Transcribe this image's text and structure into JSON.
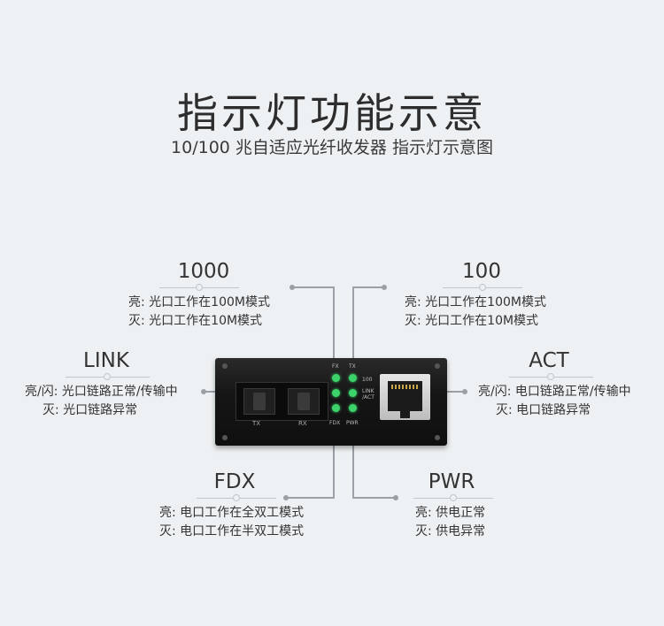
{
  "header": {
    "title": "指示灯功能示意",
    "subtitle": "10/100 兆自适应光纤收发器 指示灯示意图"
  },
  "labels": {
    "l1000": {
      "head": "1000",
      "line1": "亮: 光口工作在100M模式",
      "line2": "灭: 光口工作在10M模式"
    },
    "l100": {
      "head": "100",
      "line1": "亮: 光口工作在100M模式",
      "line2": "灭: 光口工作在10M模式"
    },
    "link": {
      "head": "LINK",
      "line1": "亮/闪: 光口链路正常/传输中",
      "line2": "灭: 光口链路异常"
    },
    "act": {
      "head": "ACT",
      "line1": "亮/闪: 电口链路正常/传输中",
      "line2": "灭: 电口链路异常"
    },
    "fdx": {
      "head": "FDX",
      "line1": "亮: 电口工作在全双工模式",
      "line2": "灭: 电口工作在半双工模式"
    },
    "pwr": {
      "head": "PWR",
      "line1": "亮: 供电正常",
      "line2": "灭: 供电异常"
    }
  },
  "device": {
    "tx": "TX",
    "rx": "RX",
    "led_fx": "FX",
    "led_tx": "TX",
    "led_100": "100",
    "led_link": "LINK",
    "led_act": "/ACT",
    "led_fdx": "FDX",
    "led_pwr": "PWR",
    "led_color": "#3bd36a"
  },
  "colors": {
    "background": "#eef1f3",
    "leader_line": "#9aa0a6"
  }
}
